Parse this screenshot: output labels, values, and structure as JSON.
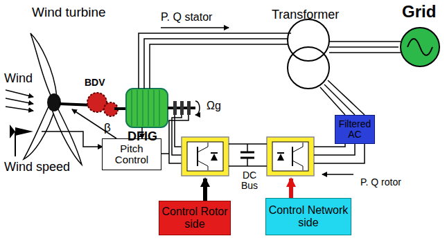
{
  "diagram": {
    "nodes": [
      {
        "text": [
          "Pitch Control"
        ]
      },
      {
        "text": [
          "Filtered AC"
        ]
      },
      {
        "text": [
          "Control Rotor side"
        ]
      },
      {
        "text": [
          "Control Network side"
        ]
      }
    ],
    "labels": [
      "Wind turbine",
      "Grid",
      "P. Q stator",
      "Transformer",
      "Wind",
      "BDV",
      "DFIG",
      "Ωg",
      "β",
      "Wind speed",
      "DC Bus",
      "P. Q rotor"
    ]
  }
}
